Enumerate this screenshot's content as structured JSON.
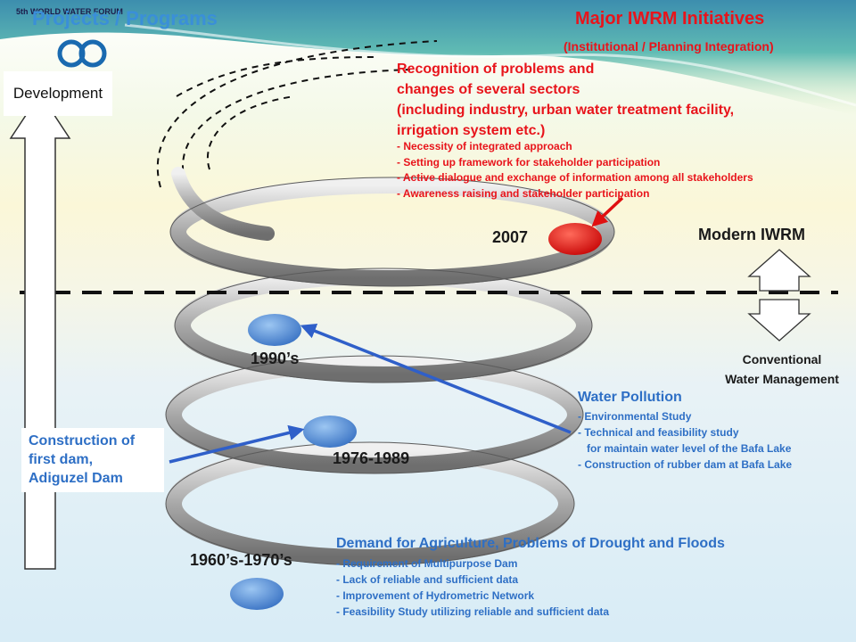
{
  "header": {
    "forum_logo_text": "5th WORLD WATER FORUM",
    "projects_title": "Projects / Programs",
    "initiatives_title": "Major IWRM Initiatives",
    "initiatives_subtitle": "(Institutional / Planning Integration)"
  },
  "left": {
    "development_label": "Development",
    "dam_box_lines": [
      "Construction of",
      "first dam,",
      "Adiguzel Dam"
    ]
  },
  "milestones": {
    "m2007": "2007",
    "m1990s": "1990’s",
    "m1976": "1976-1989",
    "m1960s": "1960’s-1970’s"
  },
  "right": {
    "modern_iwrm": "Modern IWRM",
    "conventional_lines": [
      "Conventional",
      "Water Management"
    ]
  },
  "recognition": {
    "heading_lines": [
      "Recognition of problems and",
      "changes of several sectors",
      "(including industry, urban water treatment facility,",
      "irrigation system etc.)"
    ],
    "bullets": [
      "Necessity of integrated approach",
      "Setting up framework for stakeholder participation",
      "Active dialogue and exchange of information among all stakeholders",
      "Awareness raising and stakeholder participation"
    ]
  },
  "pollution": {
    "heading": "Water Pollution",
    "bullets": [
      "Environmental Study",
      "Technical and feasibility study",
      "Construction of rubber dam at Bafa Lake"
    ],
    "sub_line": "for maintain water level of the Bafa Lake"
  },
  "agriculture": {
    "heading": "Demand for Agriculture, Problems of Drought and Floods",
    "bullets": [
      "Requirement of Multipurpose Dam",
      "Lack of reliable and sufficient data",
      "Improvement of Hydrometric Network",
      "Feasibility Study utilizing reliable and sufficient data"
    ]
  },
  "colors": {
    "red_text": "#e8141b",
    "blue_text": "#2e6fc5",
    "marker_red": "#e01010",
    "marker_blue": "#5d93d8",
    "spiral_gray": "#9a9a9a"
  }
}
